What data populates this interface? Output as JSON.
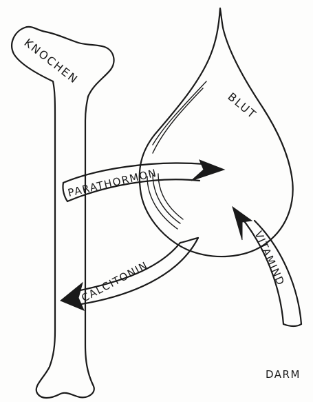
{
  "labels": {
    "bone": "KNOCHEN",
    "blood": "BLUT",
    "intestine": "DARM"
  },
  "arrows": {
    "parathormone": "PARATHORMON",
    "calcitonin": "CALCITONIN",
    "vitamin_d": "VITAMIND"
  },
  "colors": {
    "ink": "#1a1a1a",
    "paper": "#fdfdfc"
  }
}
